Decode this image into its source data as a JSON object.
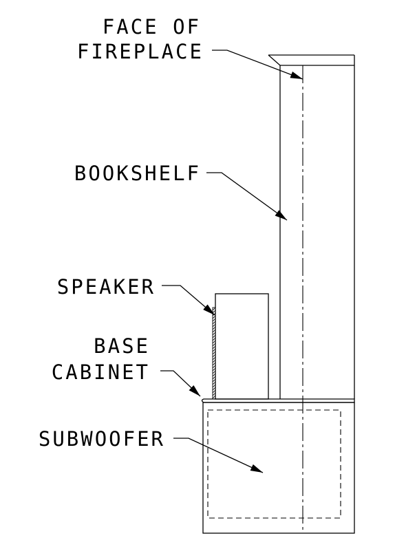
{
  "labels": {
    "face_of_fireplace": [
      "FACE OF",
      "FIREPLACE"
    ],
    "bookshelf": "BOOKSHELF",
    "speaker": "SPEAKER",
    "base_cabinet": [
      "BASE",
      "CABINET"
    ],
    "subwoofer": "SUBWOOFER"
  },
  "colors": {
    "ink": "#000000",
    "paper": "#ffffff"
  }
}
